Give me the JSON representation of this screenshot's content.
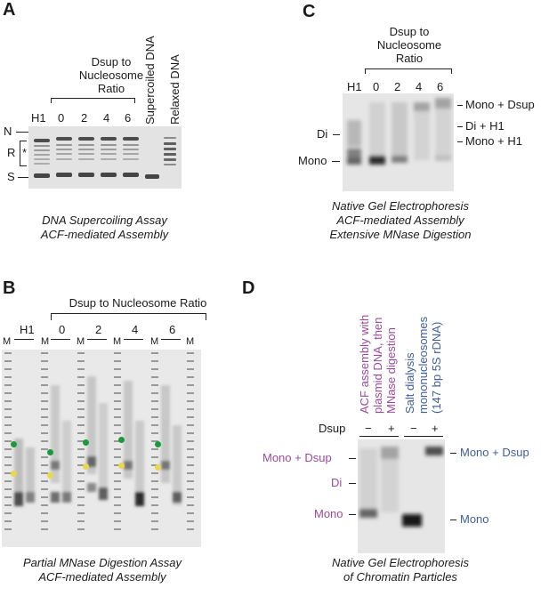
{
  "panels": {
    "A": {
      "letter": "A",
      "header": [
        "Dsup to",
        "Nucleosome",
        "Ratio"
      ],
      "lanes": [
        "H1",
        "0",
        "2",
        "4",
        "6"
      ],
      "extra_lanes": [
        "Supercoiled DNA",
        "Relaxed DNA"
      ],
      "markers": [
        "N",
        "R",
        "S"
      ],
      "star": "*",
      "caption": [
        "DNA Supercoiling Assay",
        "ACF-mediated Assembly"
      ]
    },
    "B": {
      "letter": "B",
      "header": "Dsup to Nucleosome Ratio",
      "lanes": [
        "H1",
        "0",
        "2",
        "4",
        "6"
      ],
      "marker": "M",
      "caption": [
        "Partial MNase Digestion Assay",
        "ACF-mediated Assembly"
      ],
      "colors": {
        "green": "#1a9a3a",
        "yellow": "#e8d84a"
      }
    },
    "C": {
      "letter": "C",
      "header": [
        "Dsup to",
        "Nucleosome",
        "Ratio"
      ],
      "lanes": [
        "H1",
        "0",
        "2",
        "4",
        "6"
      ],
      "left_labels": [
        "Di",
        "Mono"
      ],
      "right_labels": [
        "Mono + Dsup",
        "Di + H1",
        "Mono + H1"
      ],
      "caption": [
        "Native Gel Electrophoresis",
        "ACF-mediated Assembly",
        "Extensive MNase Digestion"
      ]
    },
    "D": {
      "letter": "D",
      "col1": [
        "ACF assembly with",
        "plasmid DNA, then",
        "MNase digestion"
      ],
      "col2": [
        "Salt dialysis",
        "mononucleosomes",
        "(147 bp 5S rDNA)"
      ],
      "dsup": "Dsup",
      "signs": [
        "−",
        "+",
        "−",
        "+"
      ],
      "left_labels": [
        "Mono + Dsup",
        "Di",
        "Mono"
      ],
      "right_labels": [
        "Mono + Dsup",
        "Mono"
      ],
      "caption": [
        "Native Gel Electrophoresis",
        "of Chromatin Particles"
      ],
      "colors": {
        "purple": "#9b4a9b",
        "blue": "#3f5d9b"
      }
    }
  }
}
